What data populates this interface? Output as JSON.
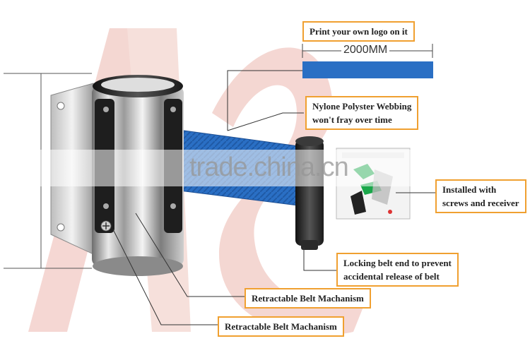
{
  "callouts": {
    "logo": "Print your own logo on it",
    "webbing_line1": "Nylone Polyster Webbing",
    "webbing_line2": "won't fray over time",
    "installed_line1": "Installed with",
    "installed_line2": "screws and receiver",
    "locking_line1": "Locking belt end to prevent",
    "locking_line2": "accidental release of belt",
    "mechanism_1": "Retractable Belt Machanism",
    "mechanism_2": "Retractable Belt Machanism"
  },
  "dimension": {
    "length": "2000MM"
  },
  "watermark": {
    "text": "trade.china.cn"
  },
  "colors": {
    "callout_border": "#f0a030",
    "belt_blue": "#2a6fc4",
    "brand_logo": "#e8a8a0",
    "leader_line": "#333333"
  }
}
